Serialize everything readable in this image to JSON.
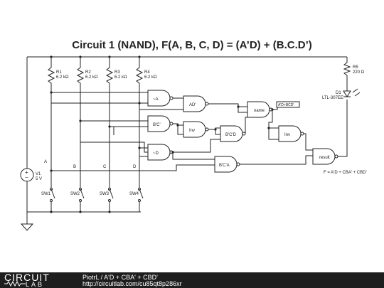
{
  "title": "Circuit 1 (NAND), F(A, B, C, D) = (A’D) + (B.C.D’)",
  "resistors": [
    {
      "name": "R1",
      "value": "6.2 kΩ"
    },
    {
      "name": "R2",
      "value": "6.2 kΩ"
    },
    {
      "name": "R3",
      "value": "6.2 kΩ"
    },
    {
      "name": "R4",
      "value": "6.2 kΩ"
    },
    {
      "name": "R5",
      "value": "220 Ω"
    }
  ],
  "switches": [
    "SW1",
    "SW2",
    "SW3",
    "SW4"
  ],
  "inputs": [
    "A",
    "B",
    "C",
    "D"
  ],
  "source": {
    "name": "V1",
    "value": "5 V"
  },
  "led": {
    "name": "D1",
    "part": "LTL-307EE"
  },
  "gates": {
    "notA": "~A",
    "bc": "B'C'",
    "notD": "~D",
    "ad": "AD'",
    "inv1": "Inv",
    "bcd": "B'C'D",
    "bca": "B'C'A",
    "name": "name",
    "inv2": "Inv",
    "result": "result"
  },
  "probe_label": "A'D+BCD'",
  "output_formula": "F = A'D + CBA' + CBD'",
  "footer": {
    "title": "PiotrL / A'D + CBA' + CBD'",
    "url": "http://circuitlab.com/cu85qt8p286xr",
    "logo_top": "CIRCUIT",
    "logo_bottom": "LAB"
  }
}
